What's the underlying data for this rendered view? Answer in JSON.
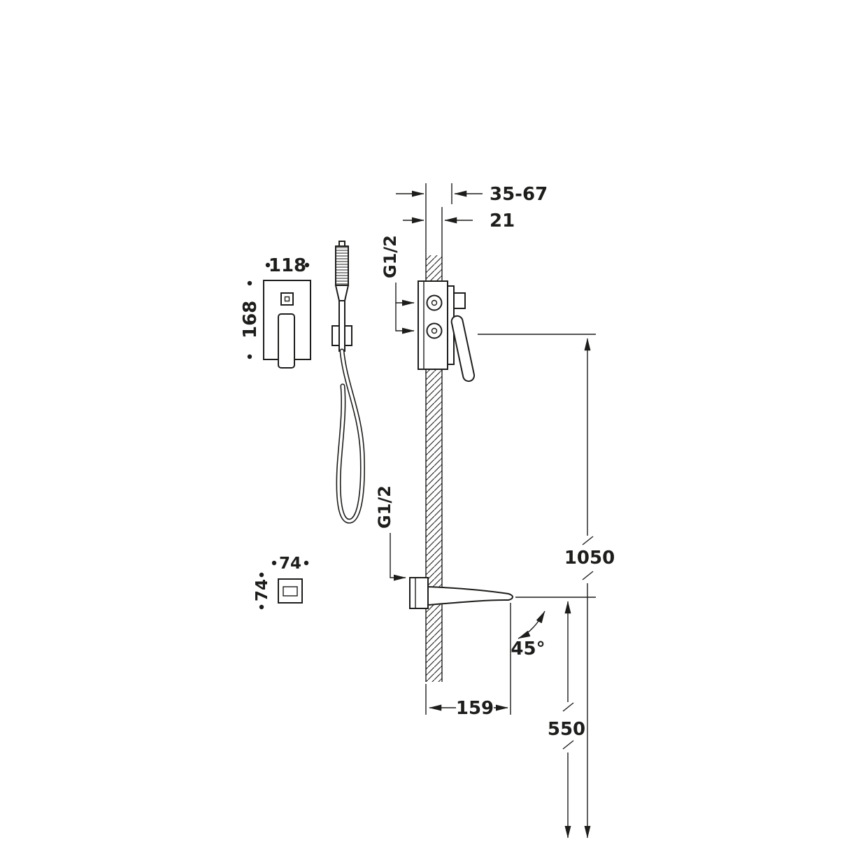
{
  "diagram": {
    "colors": {
      "line": "#1d1d1b",
      "background": "#ffffff"
    },
    "dimensions": {
      "embed_depth_range": "35-67",
      "wall_offset": "21",
      "mixer_thread": "G1/2",
      "spout_thread": "G1/2",
      "plate_width": "118",
      "plate_height": "168",
      "outlet_width": "74",
      "outlet_height": "74",
      "mixer_height": "1050",
      "swivel_angle": "45°",
      "spout_reach": "159",
      "spout_height": "550"
    }
  }
}
